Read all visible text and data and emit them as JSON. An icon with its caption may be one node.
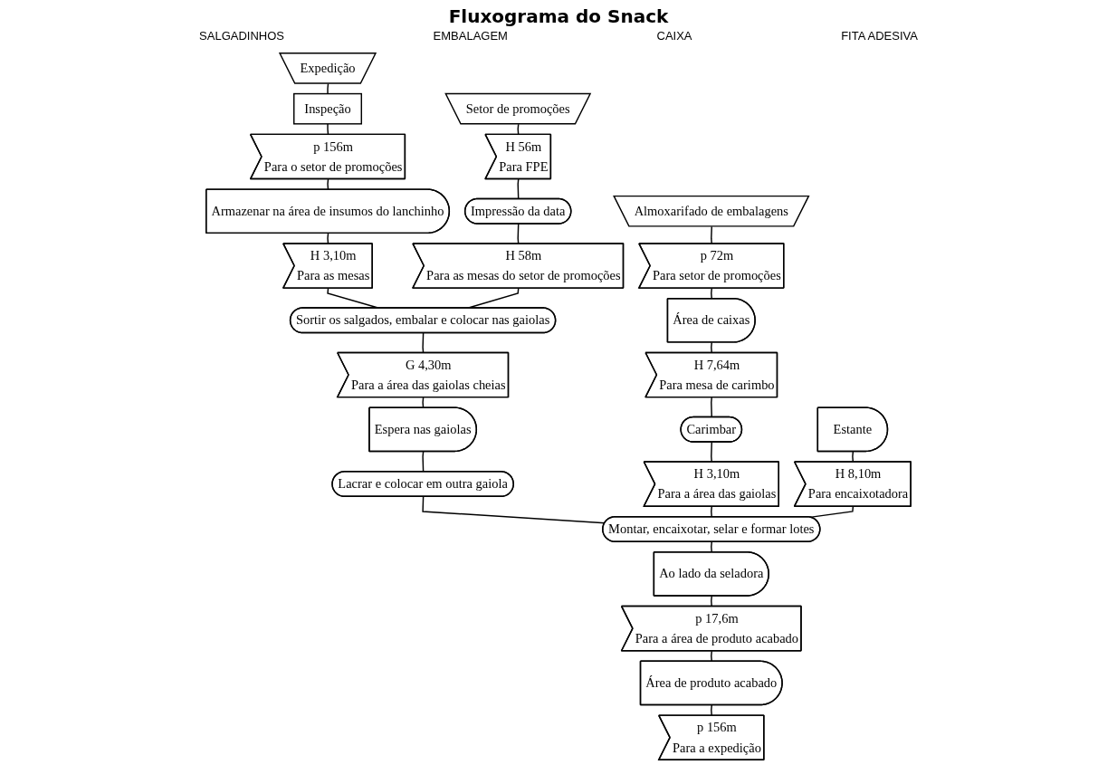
{
  "diagram": {
    "title": "Fluxograma do Snack",
    "nodes": [
      {
        "text": [
          "Expedição"
        ]
      },
      {
        "text": [
          "Inspeção"
        ]
      },
      {
        "text": [
          "p",
          "156m",
          "Para o setor de promoções"
        ]
      },
      {
        "text": [
          "Armazenar na área de insumos do lanchinho"
        ]
      },
      {
        "text": [
          "H",
          "3,10m",
          "Para as mesas"
        ]
      },
      {
        "text": [
          "Sortir os salgados, embalar e colocar nas gaiolas"
        ]
      },
      {
        "text": [
          "G",
          "4,30m",
          "Para a área das gaiolas cheias"
        ]
      },
      {
        "text": [
          "Espera nas gaiolas"
        ]
      },
      {
        "text": [
          "Lacrar e colocar em outra gaiola"
        ]
      },
      {
        "text": [
          "Montar, encaixotar, selar e formar lotes"
        ]
      },
      {
        "text": [
          "Ao lado da seladora"
        ]
      },
      {
        "text": [
          "p",
          "17,6m",
          "Para a área de produto acabado"
        ]
      },
      {
        "text": [
          "Área de produto acabado"
        ]
      },
      {
        "text": [
          "p",
          "156m",
          "Para a expedição"
        ]
      },
      {
        "text": [
          "Setor de promoções"
        ]
      },
      {
        "text": [
          "H",
          "56m",
          "Para FPE"
        ]
      },
      {
        "text": [
          "Impressão da data"
        ]
      },
      {
        "text": [
          "H",
          "58m",
          "Para as mesas do setor de promoções"
        ]
      },
      {
        "text": [
          "Almoxarifado de embalagens"
        ]
      },
      {
        "text": [
          "p",
          "72m",
          "Para setor de promoções"
        ]
      },
      {
        "text": [
          "Área de caixas"
        ]
      },
      {
        "text": [
          "H",
          "7,64m",
          "Para mesa de carimbo"
        ]
      },
      {
        "text": [
          "Carimbar"
        ]
      },
      {
        "text": [
          "H",
          "3,10m",
          "Para a área das gaiolas"
        ]
      },
      {
        "text": [
          "Estante"
        ]
      },
      {
        "text": [
          "H",
          "8,10m",
          "Para encaixotadora"
        ]
      }
    ],
    "edges": [
      {
        "from": 0,
        "to": 1,
        "arrow": "none"
      },
      {
        "from": 1,
        "to": 2,
        "arrow": "none"
      },
      {
        "from": 2,
        "to": 3,
        "arrow": "none"
      },
      {
        "from": 3,
        "to": 4,
        "arrow": "none"
      },
      {
        "from": 4,
        "to": 5,
        "arrow": "none"
      },
      {
        "from": 5,
        "to": 6,
        "arrow": "none"
      },
      {
        "from": 6,
        "to": 7,
        "arrow": "none"
      },
      {
        "from": 7,
        "to": 8,
        "arrow": "none"
      },
      {
        "from": 8,
        "to": 9,
        "arrow": "none"
      },
      {
        "from": 9,
        "to": 10,
        "arrow": "none"
      },
      {
        "from": 10,
        "to": 11,
        "arrow": "none"
      },
      {
        "from": 11,
        "to": 12,
        "arrow": "none"
      },
      {
        "from": 12,
        "to": 13,
        "arrow": "none"
      },
      {
        "from": 14,
        "to": 15,
        "arrow": "none"
      },
      {
        "from": 15,
        "to": 16,
        "arrow": "none"
      },
      {
        "from": 16,
        "to": 17,
        "arrow": "none"
      },
      {
        "from": 17,
        "to": 5,
        "arrow": "none"
      },
      {
        "from": 18,
        "to": 19,
        "arrow": "none"
      },
      {
        "from": 19,
        "to": 20,
        "arrow": "none"
      },
      {
        "from": 20,
        "to": 21,
        "arrow": "none"
      },
      {
        "from": 21,
        "to": 22,
        "arrow": "none"
      },
      {
        "from": 22,
        "to": 23,
        "arrow": "none"
      },
      {
        "from": 23,
        "to": 9,
        "arrow": "none"
      },
      {
        "from": 24,
        "to": 25,
        "arrow": "none"
      },
      {
        "from": 25,
        "to": 9,
        "arrow": "none"
      }
    ],
    "labels": [
      "SALGADINHOS",
      "EMBALAGEM",
      "CAIXA",
      "FITA ADESIVA"
    ]
  }
}
